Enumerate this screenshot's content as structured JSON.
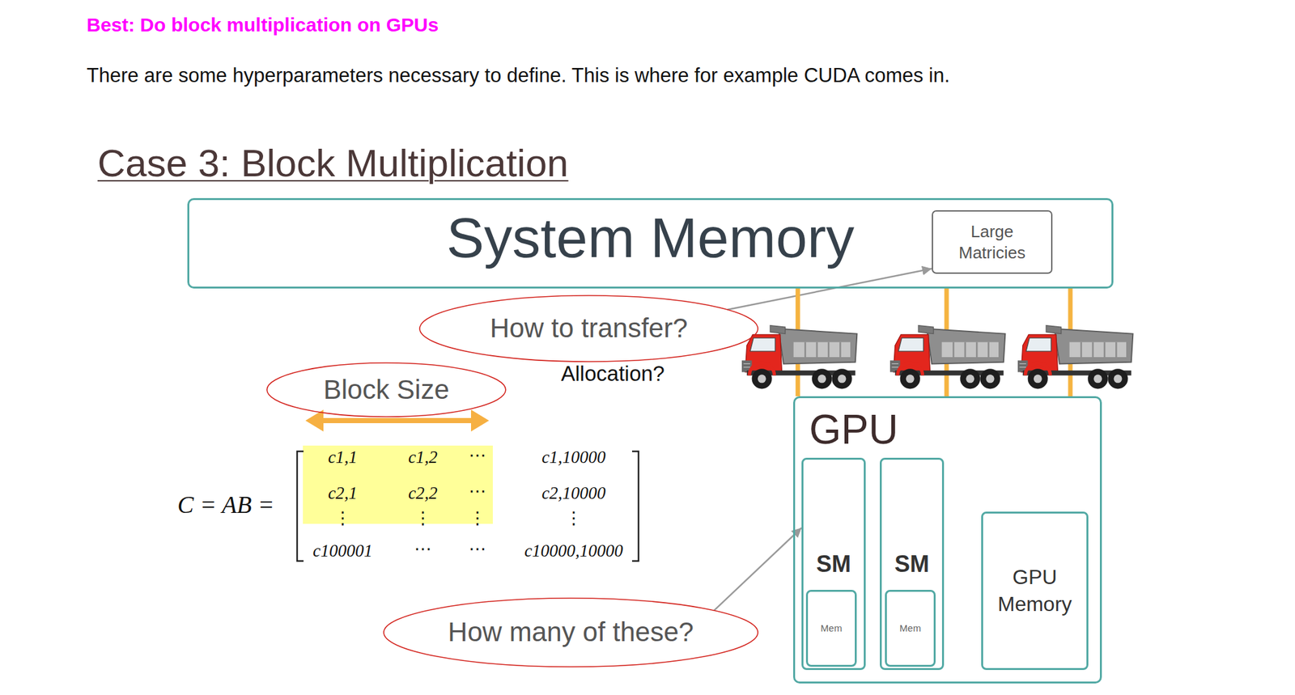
{
  "diagram": {
    "title": "Case 3: Block Multiplication",
    "nodes": [
      {
        "text": [
          "System Memory"
        ]
      },
      {
        "text": [
          "Large Matricies"
        ],
        "in": 0
      },
      {
        "text": [
          "How to transfer?"
        ]
      },
      {
        "text": [
          "Block Size"
        ]
      },
      {
        "text": [
          "GPU"
        ]
      },
      {
        "text": [
          "SM"
        ],
        "in": 4
      },
      {
        "text": [
          "Mem"
        ],
        "in": 5
      },
      {
        "text": [
          "SM"
        ],
        "in": 4
      },
      {
        "text": [
          "Mem"
        ],
        "in": 7
      },
      {
        "text": [
          "GPU Memory"
        ],
        "in": 4
      },
      {
        "text": [
          "How many of these?"
        ]
      }
    ],
    "edges": [
      {
        "from": 2,
        "to": 1,
        "arrow": "to"
      },
      {
        "from": 10,
        "to": 5,
        "arrow": "to"
      },
      {
        "from": 0,
        "to": 4,
        "arrow": "none"
      },
      {
        "from": 0,
        "to": 4,
        "arrow": "none"
      },
      {
        "from": 0,
        "to": 4,
        "arrow": "none"
      }
    ],
    "labels": [
      "Best: Do block multiplication on GPUs",
      "There are some hyperparameters necessary to define. This is where for example CUDA comes in.",
      "Allocation?",
      "C = AB =",
      "c1,1",
      "c1,2",
      "⋯",
      "c1,10000",
      "c2,1",
      "c2,2",
      "⋯",
      "c2,10000",
      "⋮",
      "⋮",
      "⋮",
      "⋮",
      "c100001",
      "⋯",
      "⋯",
      "c10000,10000"
    ]
  }
}
